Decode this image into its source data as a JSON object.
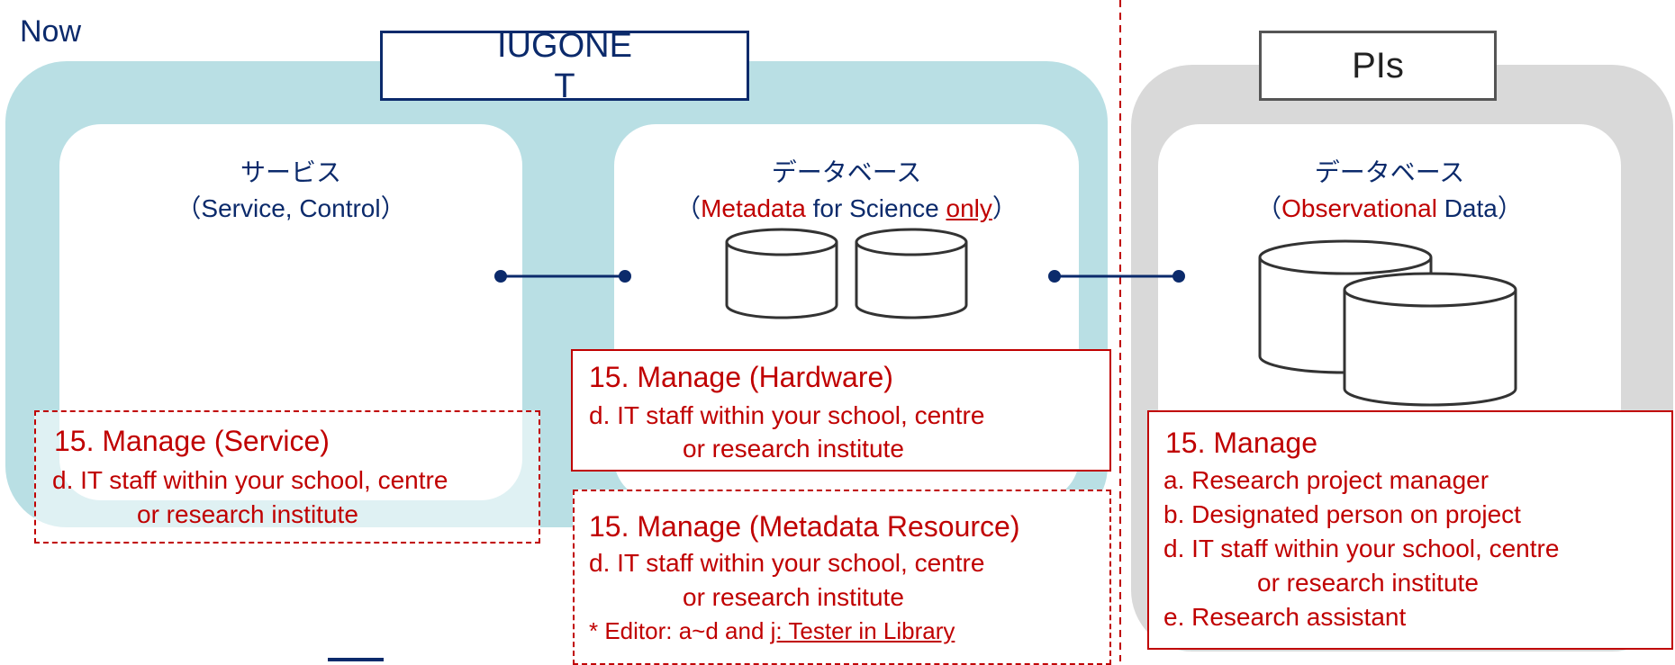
{
  "corner_label": "Now",
  "iugonet": {
    "title_line1": "IUGONE",
    "title_line2": "T"
  },
  "pis": {
    "title": "PIs"
  },
  "service": {
    "title": "サービス",
    "subtitle": "（Service, Control）"
  },
  "metadata_db": {
    "title": "データベース",
    "open_paren": "（",
    "highlight": "Metadata",
    "middle": " for Science ",
    "underlined": "only",
    "close_paren": "）"
  },
  "observational_db": {
    "title": "データベース",
    "open_paren": "（",
    "highlight": "Observational",
    "rest": " Data）"
  },
  "manage_service": {
    "title": "15. Manage (Service)",
    "line1": "d. IT staff within your school, centre",
    "line2": "or research institute"
  },
  "manage_hardware": {
    "title": "15. Manage (Hardware)",
    "line1": "d. IT staff within your school, centre",
    "line2": "or research institute"
  },
  "manage_metadata_resource": {
    "title": "15. Manage (Metadata Resource)",
    "line1": "d. IT staff within your school, centre",
    "line2": "or research institute",
    "editor_prefix": "* Editor: a~d and ",
    "editor_link": "j: Tester in Library"
  },
  "manage_pis": {
    "title": "15. Manage",
    "items": [
      "a. Research project manager",
      "b. Designated person on project",
      "d. IT staff within your school, centre",
      "or research institute",
      "e. Research assistant"
    ]
  },
  "colors": {
    "navy": "#0b2a6b",
    "red": "#c00000",
    "teal": "#b9dfe4",
    "grey": "#d9d9d9"
  }
}
